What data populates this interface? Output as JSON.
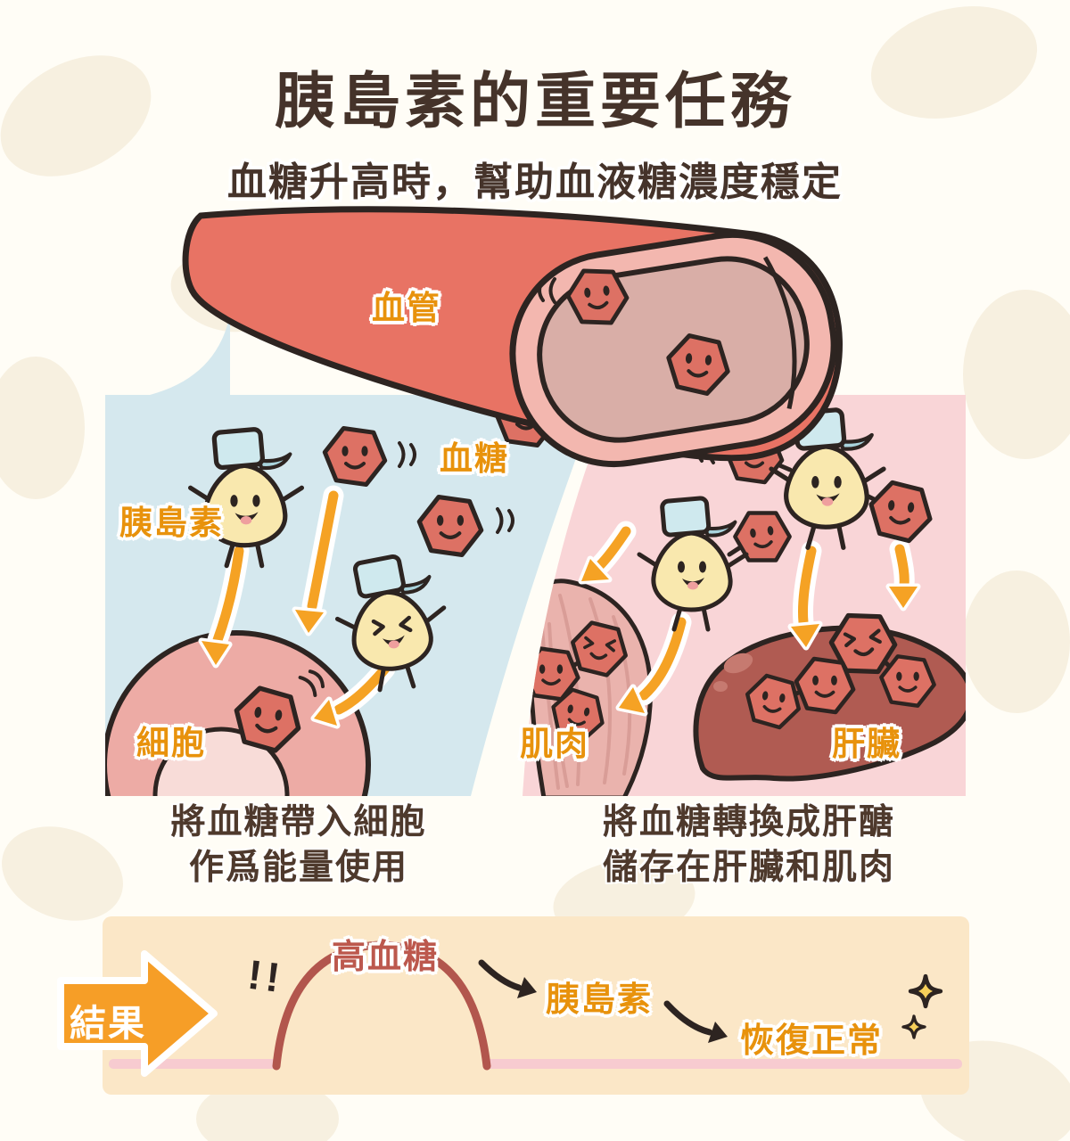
{
  "page": {
    "title": "胰島素的重要任務",
    "subtitle": "血糖升高時，幫助血液糖濃度穩定"
  },
  "vessel": {
    "label": "血管"
  },
  "left_panel": {
    "insulin_label": "胰島素",
    "blood_sugar_label": "血糖",
    "cell_label": "細胞",
    "caption_line1": "將血糖帶入細胞",
    "caption_line2": "作爲能量使用"
  },
  "right_panel": {
    "muscle_label": "肌肉",
    "liver_label": "肝臟",
    "caption_line1": "將血糖轉換成肝醣",
    "caption_line2": "儲存在肝臟和肌肉"
  },
  "result_bar": {
    "badge_label": "結果",
    "exclamation": "!!",
    "stage_high": "高血糖",
    "stage_insulin": "胰島素",
    "stage_normal": "恢復正常"
  },
  "icons": {
    "result_badge": "right-arrow-badge-icon",
    "sparkles": "sparkle-icon",
    "motion": "motion-lines-icon",
    "blood_sugar": "blood-sugar-hexagon-character",
    "insulin": "insulin-bag-character"
  },
  "colors": {
    "background": "#fffdf6",
    "title_brown": "#45332a",
    "label_orange": "#e8920c",
    "arrow_orange": "#f5a224",
    "blood_sugar_red": "#dd7164",
    "vessel_red": "#e87364",
    "panel_blue": "#d5e8ee",
    "panel_pink": "#f9d5d7",
    "cell_pink": "#edaba5",
    "muscle_pink": "#eab3ad",
    "liver_brown": "#b05b52",
    "bar_cream": "#fbe7c7",
    "badge_orange": "#f69e27",
    "curve_red": "#b2564d",
    "outline_dark": "#2d2421"
  }
}
